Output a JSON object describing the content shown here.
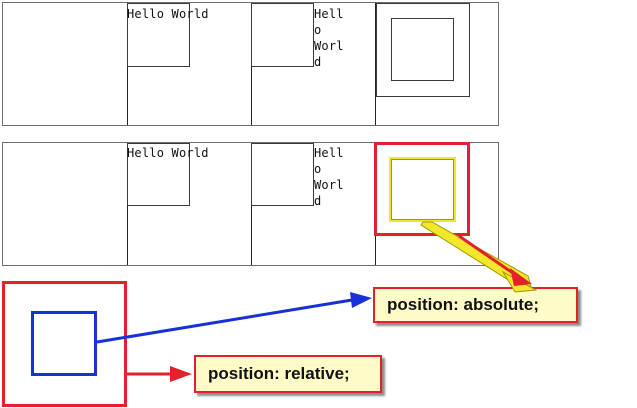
{
  "demo": {
    "hello_text": "Hello World",
    "hello_wrapped_text": "Hello World"
  },
  "callouts": {
    "absolute_label": "position: absolute;",
    "relative_label": "position: relative;"
  },
  "colors": {
    "red": "#e5202a",
    "yellow": "#f2e72a",
    "blue": "#1730d8",
    "callout_bg": "#fffbc8"
  }
}
